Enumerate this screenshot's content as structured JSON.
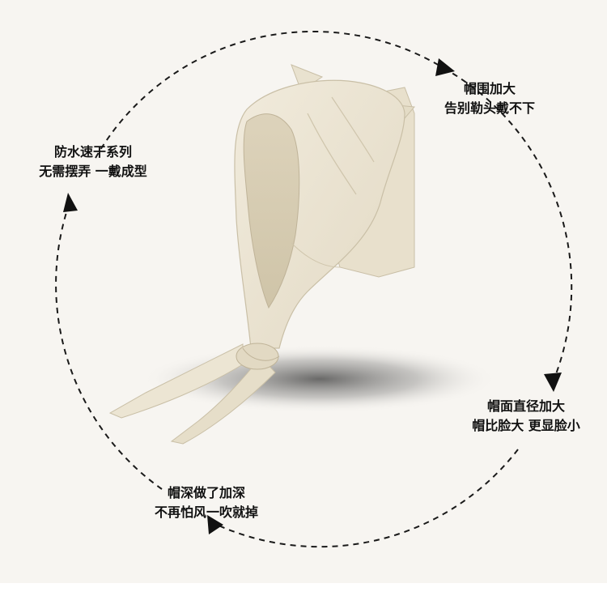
{
  "captions": {
    "top_right": {
      "line1": "帽围加大",
      "line2": "告别勒头戴不下"
    },
    "left": {
      "line1": "防水速干系列",
      "line2": "无需摆弄 一戴成型"
    },
    "right": {
      "line1": "帽面直径加大",
      "line2": "帽比脸大 更显脸小"
    },
    "bottom": {
      "line1": "帽深做了加深",
      "line2": "不再怕风一吹就掉"
    }
  },
  "colors": {
    "background": "#f7f5f1",
    "hat_fabric": "#ece5d3",
    "hat_shadow": "#d6cdb6",
    "text": "#111111",
    "dashed_ring": "#1a1a1a"
  },
  "icons": [
    "arrowhead-icon",
    "dashed-ring"
  ]
}
